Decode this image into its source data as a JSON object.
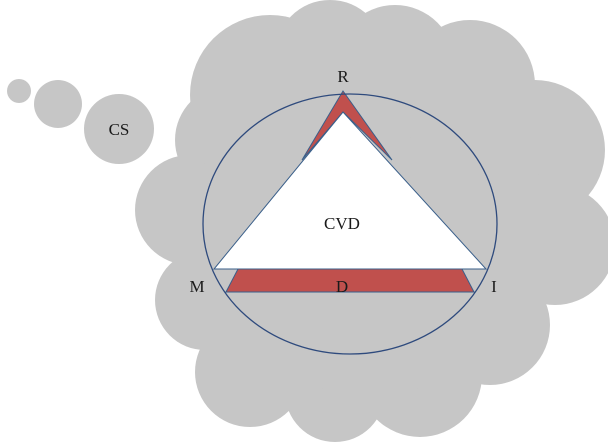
{
  "labels": {
    "thought": "CS",
    "triangle": "CVD",
    "vertex_top": "R",
    "vertex_left": "M",
    "vertex_right": "I",
    "base_band": "D"
  },
  "colors": {
    "cloud": "#c6c6c6",
    "band": "#c0504d",
    "triangle": "#ffffff",
    "triangle_edge": "#3a5f8a",
    "circle": "#2e4a7d",
    "text": "#1a1a1a"
  }
}
